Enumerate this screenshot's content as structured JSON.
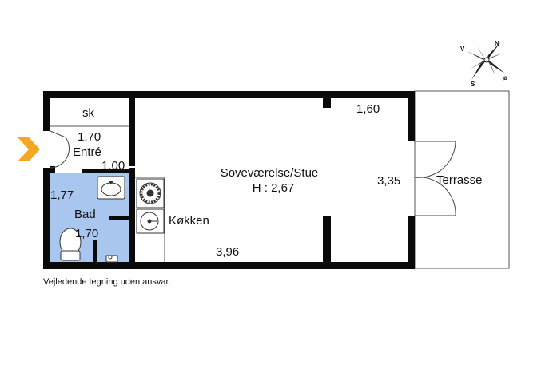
{
  "rooms": {
    "storage": "sk",
    "entrance": "Entré",
    "bathroom": "Bad",
    "living": "Soveværelse/Stue",
    "kitchen": "Køkken",
    "terrace": "Terrasse"
  },
  "height_label": "H : 2,67",
  "dimensions": {
    "entrance_width": "1,70",
    "entrance_depth": "1,00",
    "bath_width": "1,77",
    "bath_depth": "1,70",
    "living_top": "1,60",
    "living_bottom": "3,96",
    "living_height": "3,35"
  },
  "compass": {
    "n": "N",
    "s": "S",
    "v": "V",
    "o": "ø"
  },
  "disclaimer": "Vejledende tegning uden ansvar.",
  "colors": {
    "wall": "#0a0a0a",
    "bathroom": "#a9c6ee",
    "entry_arrow": "#f5a623",
    "line": "#555555"
  }
}
